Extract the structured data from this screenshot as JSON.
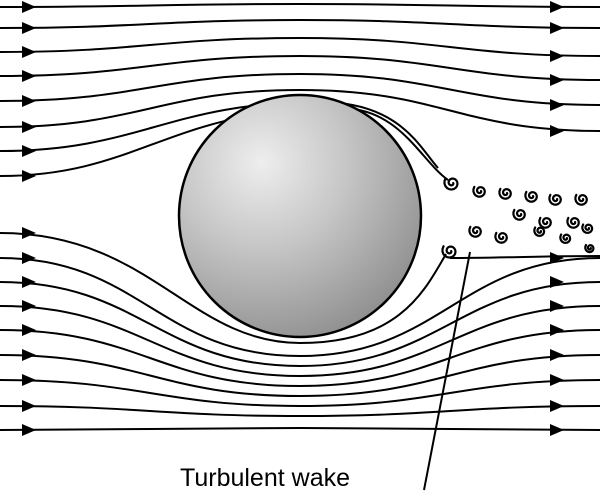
{
  "label": {
    "wake": "Turbulent wake"
  },
  "colors": {
    "stroke": "#000000",
    "background": "#ffffff",
    "sphere_highlight": "#eeeeee",
    "sphere_mid": "#bdbdbd",
    "sphere_shadow": "#8f8f8f"
  },
  "elements": {
    "streamlines": 18,
    "eddies": 16
  }
}
